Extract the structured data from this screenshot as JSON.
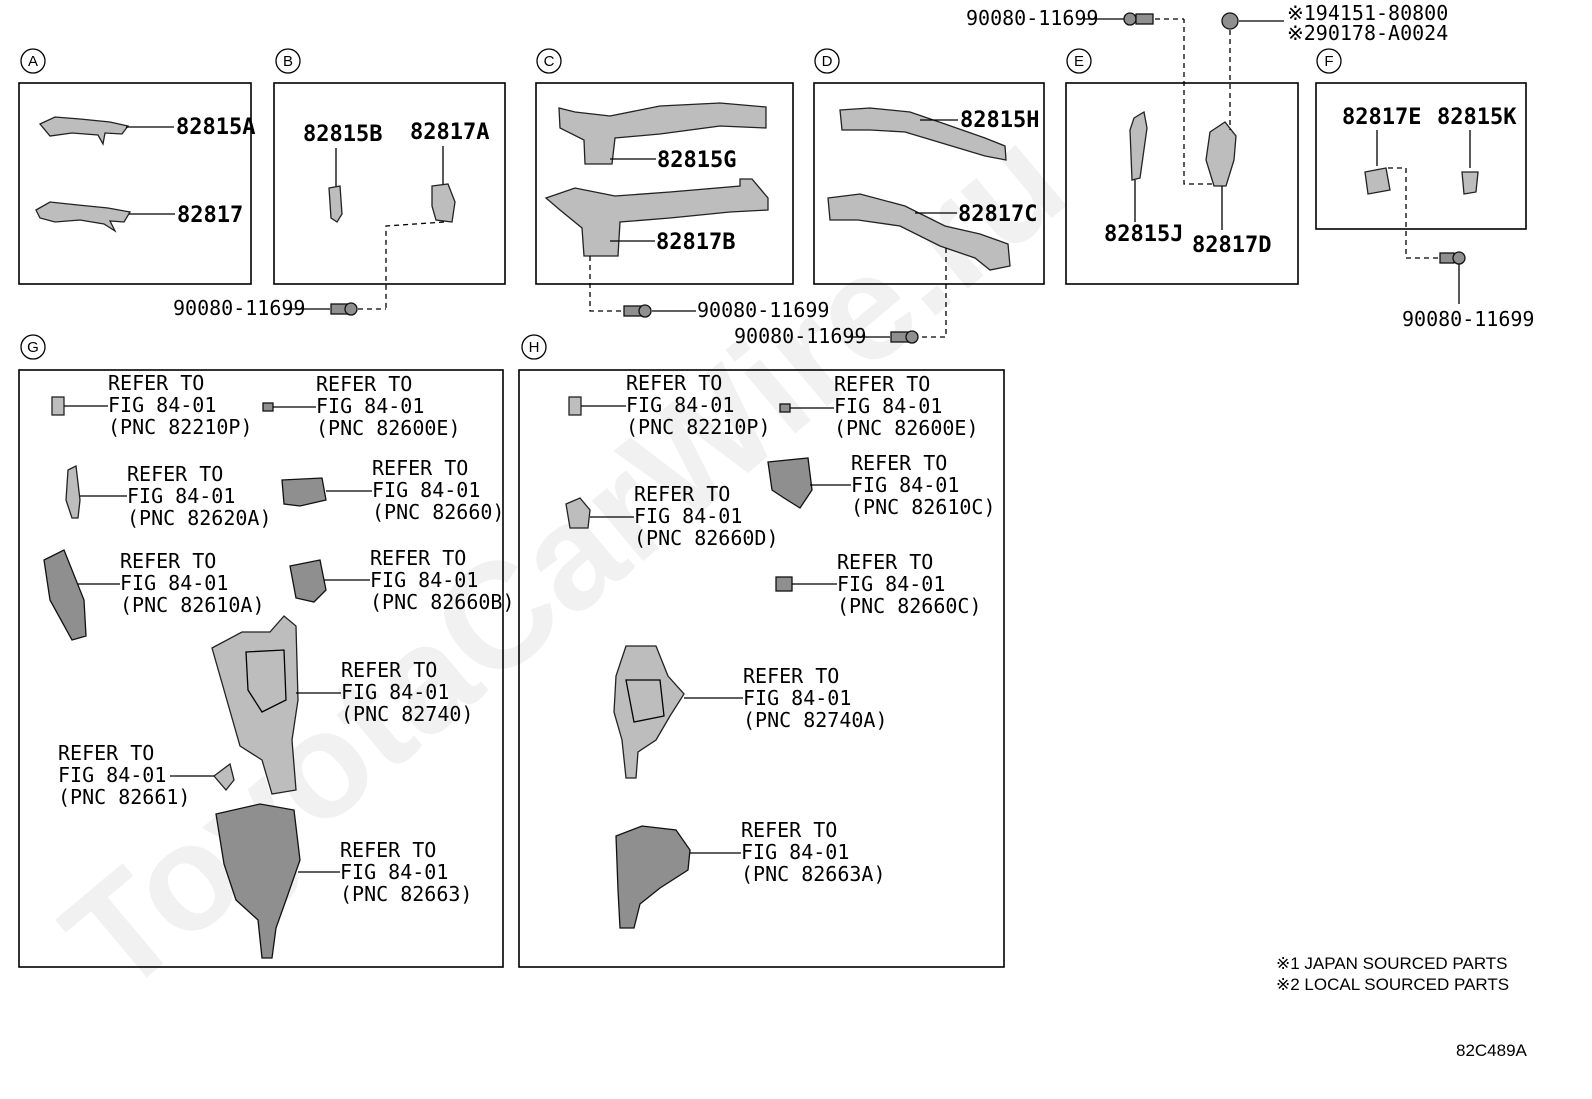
{
  "panels": {
    "a": {
      "letter": "A",
      "labels": [
        "82815A",
        "82817"
      ]
    },
    "b": {
      "letter": "B",
      "labels": [
        "82815B",
        "82817A"
      ]
    },
    "c": {
      "letter": "C",
      "labels": [
        "82815G",
        "82817B"
      ]
    },
    "d": {
      "letter": "D",
      "labels": [
        "82815H",
        "82817C"
      ]
    },
    "e": {
      "letter": "E",
      "labels": [
        "82815J",
        "82817D"
      ]
    },
    "f": {
      "letter": "F",
      "labels": [
        "82817E",
        "82815K"
      ]
    },
    "g": {
      "letter": "G"
    },
    "h": {
      "letter": "H"
    }
  },
  "fasteners": {
    "bolt_part": "90080-11699",
    "clip_part_1": "※194151-80800",
    "clip_part_2": "※290178-A0024"
  },
  "refs": {
    "g": [
      [
        "REFER TO",
        "FIG 84-01",
        "(PNC 82210P)"
      ],
      [
        "REFER TO",
        "FIG 84-01",
        "(PNC 82600E)"
      ],
      [
        "REFER TO",
        "FIG 84-01",
        "(PNC 82620A)"
      ],
      [
        "REFER TO",
        "FIG 84-01",
        "(PNC 82660)"
      ],
      [
        "REFER TO",
        "FIG 84-01",
        "(PNC 82610A)"
      ],
      [
        "REFER TO",
        "FIG 84-01",
        "(PNC 82660B)"
      ],
      [
        "REFER TO",
        "FIG 84-01",
        "(PNC 82740)"
      ],
      [
        "REFER TO",
        "FIG 84-01",
        "(PNC 82661)"
      ],
      [
        "REFER TO",
        "FIG 84-01",
        "(PNC 82663)"
      ]
    ],
    "h": [
      [
        "REFER TO",
        "FIG 84-01",
        "(PNC 82210P)"
      ],
      [
        "REFER TO",
        "FIG 84-01",
        "(PNC 82600E)"
      ],
      [
        "REFER TO",
        "FIG 84-01",
        "(PNC 82610C)"
      ],
      [
        "REFER TO",
        "FIG 84-01",
        "(PNC 82660D)"
      ],
      [
        "REFER TO",
        "FIG 84-01",
        "(PNC 82660C)"
      ],
      [
        "REFER TO",
        "FIG 84-01",
        "(PNC 82740A)"
      ],
      [
        "REFER TO",
        "FIG 84-01",
        "(PNC 82663A)"
      ]
    ]
  },
  "notes": [
    "※1 JAPAN SOURCED PARTS",
    "※2 LOCAL SOURCED PARTS"
  ],
  "diagram_code": "82C489A",
  "watermark": "ToyotaCarWire.ru"
}
